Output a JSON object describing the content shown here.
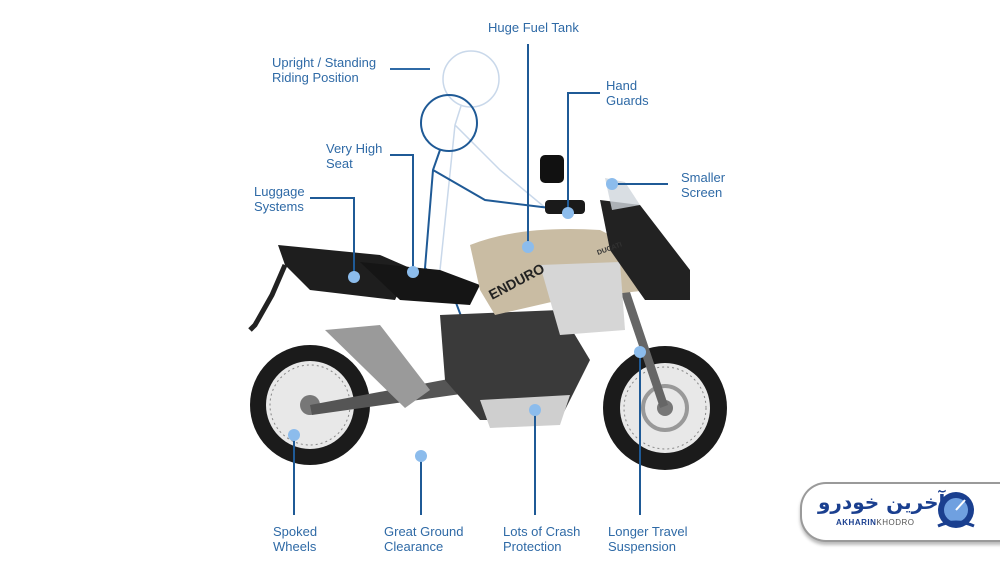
{
  "labels": {
    "fuel_tank": "Huge Fuel Tank",
    "riding_position": [
      "Upright / Standing",
      "Riding Position"
    ],
    "hand_guards": [
      "Hand",
      "Guards"
    ],
    "screen": [
      "Smaller",
      "Screen"
    ],
    "seat": [
      "Very High",
      "Seat"
    ],
    "luggage": [
      "Luggage",
      "Systems"
    ],
    "wheels": [
      "Spoked",
      "Wheels"
    ],
    "clearance": [
      "Great Ground",
      "Clearance"
    ],
    "crash": [
      "Lots of Crash",
      "Protection"
    ],
    "suspension": [
      "Longer Travel",
      "Suspension"
    ]
  },
  "bike_text": {
    "model": "ENDURO",
    "brand": "DUCATI"
  },
  "logo": {
    "persian": "آخرین خودرو",
    "english_a": "AKHARIN",
    "english_b": "KHODRO"
  },
  "colors": {
    "label": "#2f6aa6",
    "line": "#1f5a96",
    "dot": "#8cbcec"
  }
}
